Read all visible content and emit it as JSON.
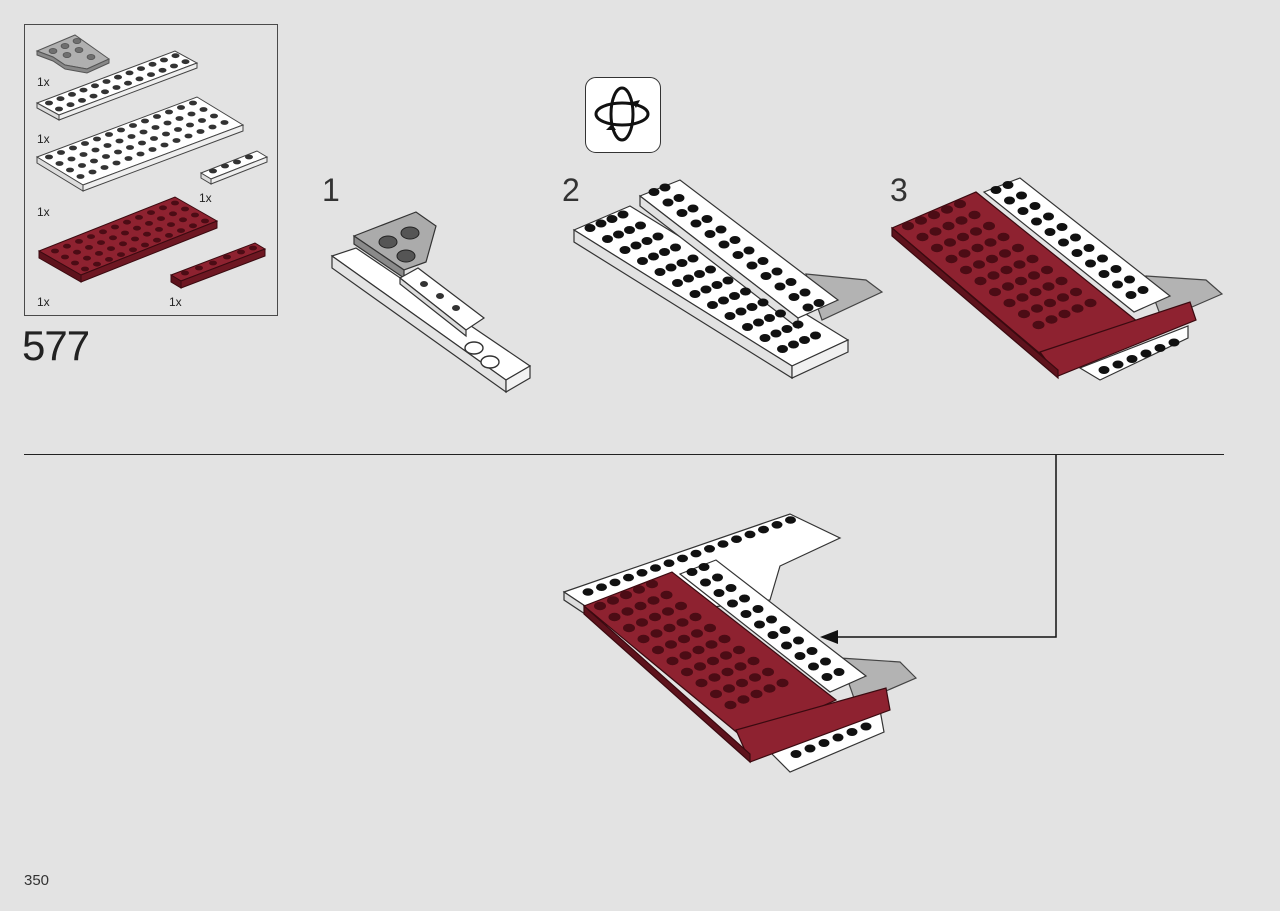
{
  "parts": [
    {
      "qty": "1x",
      "name": "Wedge plate, grey"
    },
    {
      "qty": "1x",
      "name": "Plate, white, long"
    },
    {
      "qty": "1x",
      "name": "Plate, white, wide"
    },
    {
      "qty": "1x",
      "name": "Plate, white, small"
    },
    {
      "qty": "1x",
      "name": "Plate, dark red, wide"
    },
    {
      "qty": "1x",
      "name": "Plate, dark red, small"
    }
  ],
  "step_number": "577",
  "substeps": [
    "1",
    "2",
    "3"
  ],
  "rotate_icon": "rotate-model-icon",
  "page_number": "350",
  "colors": {
    "background": "#e3e3e3",
    "white_brick": "#ffffff",
    "dark_red_brick": "#7b1b27",
    "grey_brick": "#a9a9a9",
    "outline": "#333333"
  }
}
